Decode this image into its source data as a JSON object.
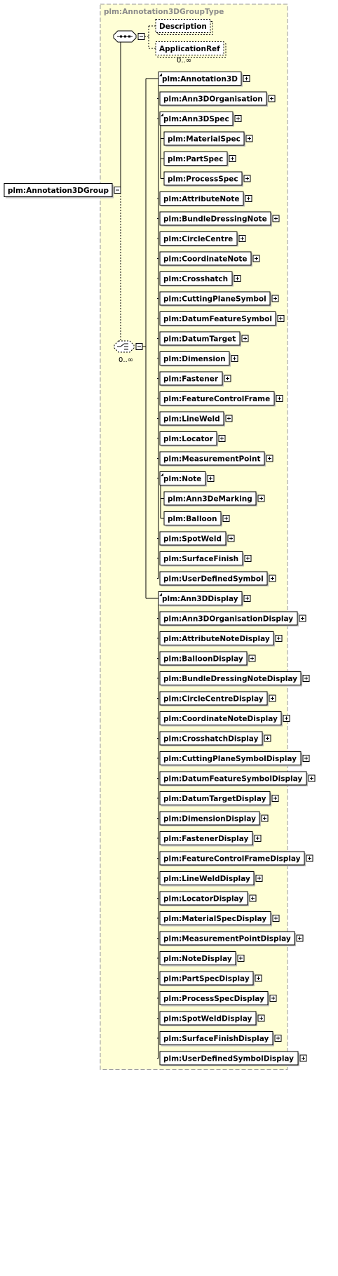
{
  "diagram": {
    "type_name": "plm:Annotation3DGroupType",
    "root_element": "plm:Annotation3DGroup",
    "sequence": {
      "items": [
        {
          "label": "Description",
          "optional": true,
          "occurrence": ""
        },
        {
          "label": "ApplicationRef",
          "optional": true,
          "occurrence": "0..∞"
        }
      ]
    },
    "choice": {
      "occurrence": "0..∞",
      "groups": [
        {
          "label": "plm:Annotation3D",
          "members": [
            {
              "label": "plm:Ann3DOrganisation",
              "children": []
            },
            {
              "label": "plm:Ann3DSpec",
              "children": [
                "plm:MaterialSpec",
                "plm:PartSpec",
                "plm:ProcessSpec"
              ]
            },
            {
              "label": "plm:AttributeNote",
              "children": []
            },
            {
              "label": "plm:BundleDressingNote",
              "children": []
            },
            {
              "label": "plm:CircleCentre",
              "children": []
            },
            {
              "label": "plm:CoordinateNote",
              "children": []
            },
            {
              "label": "plm:Crosshatch",
              "children": []
            },
            {
              "label": "plm:CuttingPlaneSymbol",
              "children": []
            },
            {
              "label": "plm:DatumFeatureSymbol",
              "children": []
            },
            {
              "label": "plm:DatumTarget",
              "children": []
            },
            {
              "label": "plm:Dimension",
              "children": []
            },
            {
              "label": "plm:Fastener",
              "children": []
            },
            {
              "label": "plm:FeatureControlFrame",
              "children": []
            },
            {
              "label": "plm:LineWeld",
              "children": []
            },
            {
              "label": "plm:Locator",
              "children": []
            },
            {
              "label": "plm:MeasurementPoint",
              "children": []
            },
            {
              "label": "plm:Note",
              "children": [
                "plm:Ann3DeMarking",
                "plm:Balloon"
              ]
            },
            {
              "label": "plm:SpotWeld",
              "children": []
            },
            {
              "label": "plm:SurfaceFinish",
              "children": []
            },
            {
              "label": "plm:UserDefinedSymbol",
              "children": []
            }
          ]
        },
        {
          "label": "plm:Ann3DDisplay",
          "members": [
            {
              "label": "plm:Ann3DOrganisationDisplay",
              "children": []
            },
            {
              "label": "plm:AttributeNoteDisplay",
              "children": []
            },
            {
              "label": "plm:BalloonDisplay",
              "children": []
            },
            {
              "label": "plm:BundleDressingNoteDisplay",
              "children": []
            },
            {
              "label": "plm:CircleCentreDisplay",
              "children": []
            },
            {
              "label": "plm:CoordinateNoteDisplay",
              "children": []
            },
            {
              "label": "plm:CrosshatchDisplay",
              "children": []
            },
            {
              "label": "plm:CuttingPlaneSymbolDisplay",
              "children": []
            },
            {
              "label": "plm:DatumFeatureSymbolDisplay",
              "children": []
            },
            {
              "label": "plm:DatumTargetDisplay",
              "children": []
            },
            {
              "label": "plm:DimensionDisplay",
              "children": []
            },
            {
              "label": "plm:FastenerDisplay",
              "children": []
            },
            {
              "label": "plm:FeatureControlFrameDisplay",
              "children": []
            },
            {
              "label": "plm:LineWeldDisplay",
              "children": []
            },
            {
              "label": "plm:LocatorDisplay",
              "children": []
            },
            {
              "label": "plm:MaterialSpecDisplay",
              "children": []
            },
            {
              "label": "plm:MeasurementPointDisplay",
              "children": []
            },
            {
              "label": "plm:NoteDisplay",
              "children": []
            },
            {
              "label": "plm:PartSpecDisplay",
              "children": []
            },
            {
              "label": "plm:ProcessSpecDisplay",
              "children": []
            },
            {
              "label": "plm:SpotWeldDisplay",
              "children": []
            },
            {
              "label": "plm:SurfaceFinishDisplay",
              "children": []
            },
            {
              "label": "plm:UserDefinedSymbolDisplay",
              "children": []
            }
          ]
        }
      ]
    },
    "colors": {
      "panel_fill": "#ffffd6",
      "panel_border": "#9a9a9a",
      "box_fill": "#ffffff",
      "line": "#000000",
      "title_text": "#8a8a8a"
    }
  }
}
